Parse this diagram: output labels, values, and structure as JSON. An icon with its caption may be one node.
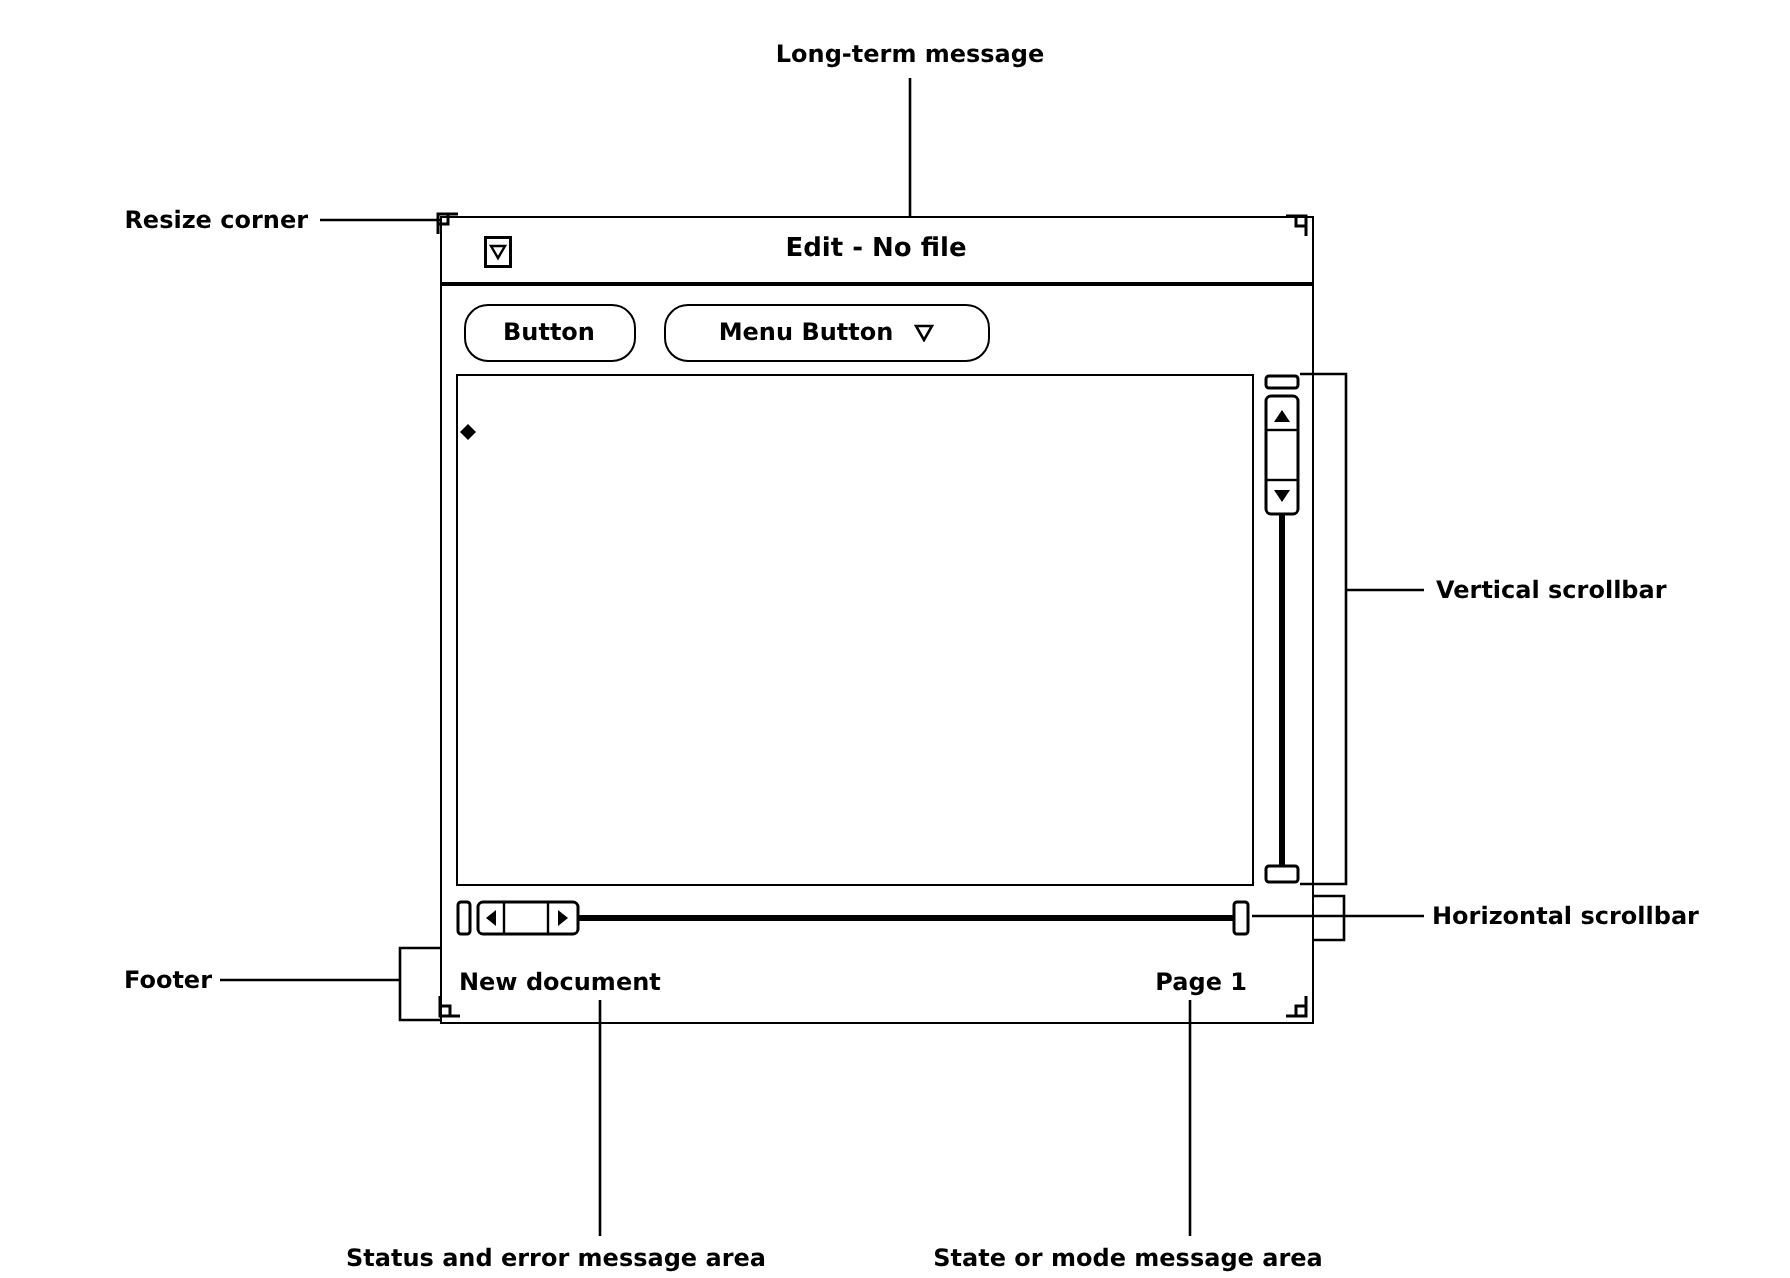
{
  "diagram": {
    "nodes": [
      {
        "text": [
          "Long-term message"
        ]
      },
      {
        "text": [
          "Resize corner"
        ]
      },
      {
        "text": [],
        "shape": "box"
      },
      {
        "text": [
          "Edit - No file"
        ],
        "in": 2
      },
      {
        "text": [
          "Button"
        ],
        "in": 2
      },
      {
        "text": [
          "Menu Button"
        ],
        "in": 2
      },
      {
        "text": [],
        "shape": "box",
        "in": 2
      },
      {
        "text": [],
        "shape": "bar",
        "in": 2
      },
      {
        "text": [],
        "shape": "bar",
        "in": 2
      },
      {
        "text": [],
        "shape": "bar",
        "in": 2
      },
      {
        "text": [
          "New document"
        ],
        "in": 9
      },
      {
        "text": [
          "Page 1"
        ],
        "in": 9
      },
      {
        "text": [],
        "shape": "box",
        "in": 2
      },
      {
        "text": [
          "Vertical scrollbar"
        ]
      },
      {
        "text": [
          "Horizontal scrollbar"
        ]
      },
      {
        "text": [
          "Footer"
        ]
      },
      {
        "text": [
          "Status and error message area"
        ]
      },
      {
        "text": [
          "State or mode message area"
        ]
      }
    ],
    "edges": [
      {
        "from": 0,
        "to": 3,
        "arrow": "none"
      },
      {
        "from": 1,
        "to": 12,
        "arrow": "none"
      },
      {
        "from": 13,
        "to": 7,
        "arrow": "none"
      },
      {
        "from": 14,
        "to": 8,
        "arrow": "none"
      },
      {
        "from": 15,
        "to": 9,
        "arrow": "none"
      },
      {
        "from": 16,
        "to": 10,
        "arrow": "none"
      },
      {
        "from": 17,
        "to": 11,
        "arrow": "none"
      }
    ]
  }
}
